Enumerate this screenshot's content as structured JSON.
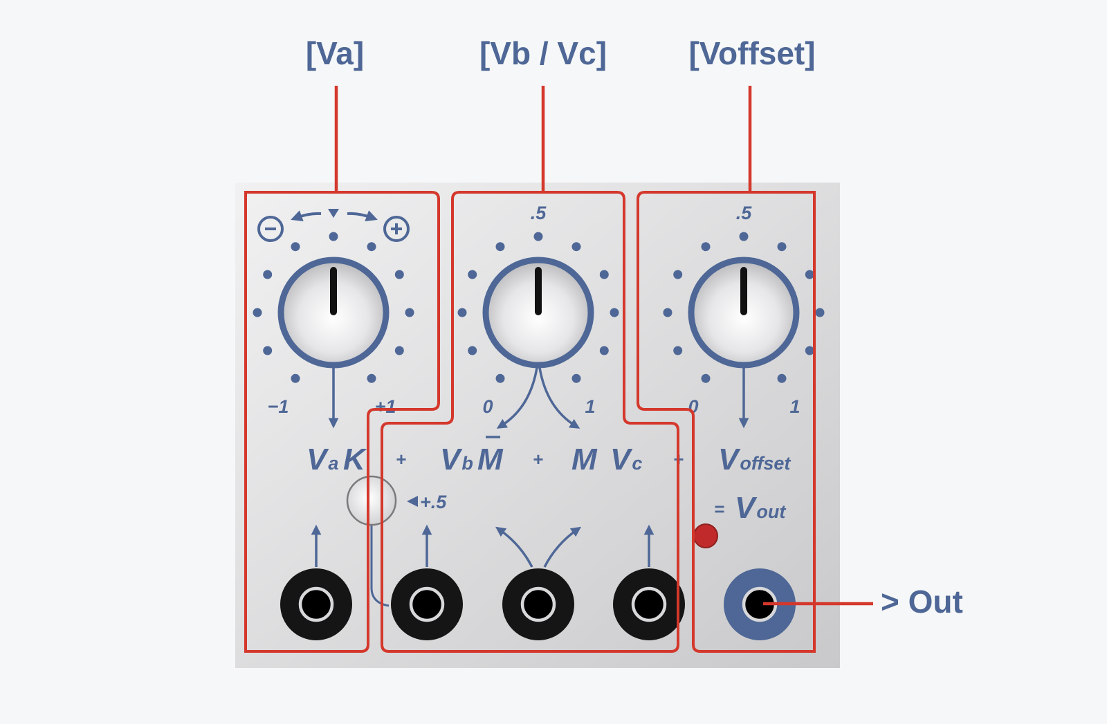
{
  "callouts": {
    "va": "[Va]",
    "vbvc": "[Vb / Vc]",
    "voffset": "[Voffset]",
    "out": "> Out"
  },
  "knobs": {
    "va": {
      "min_label": "−1",
      "max_label": "+1",
      "minus_glyph": "−",
      "plus_glyph": "+"
    },
    "vbvc": {
      "min_label": "0",
      "max_label": "1",
      "top_label": ".5"
    },
    "voffset": {
      "min_label": "0",
      "max_label": "1",
      "top_label": ".5"
    }
  },
  "formula": {
    "va_main": "V",
    "va_sub": "a",
    "k": "K",
    "plus1": "+",
    "vb_main": "V",
    "vb_sub": "b",
    "m_bar": "M",
    "plus2": "+",
    "m": "M",
    "vc_main": "V",
    "vc_sub": "c",
    "plus3": "+",
    "voffset_main": "V",
    "voffset_sub": "offset",
    "equals": "=",
    "vout_main": "V",
    "vout_sub": "out"
  },
  "button": {
    "label": "+.5"
  },
  "colors": {
    "accent_blue": "#4e6796",
    "callout_red": "#d4382c",
    "led_red": "#c02a2a",
    "panel_light": "#ececed",
    "jack_black": "#151515"
  }
}
